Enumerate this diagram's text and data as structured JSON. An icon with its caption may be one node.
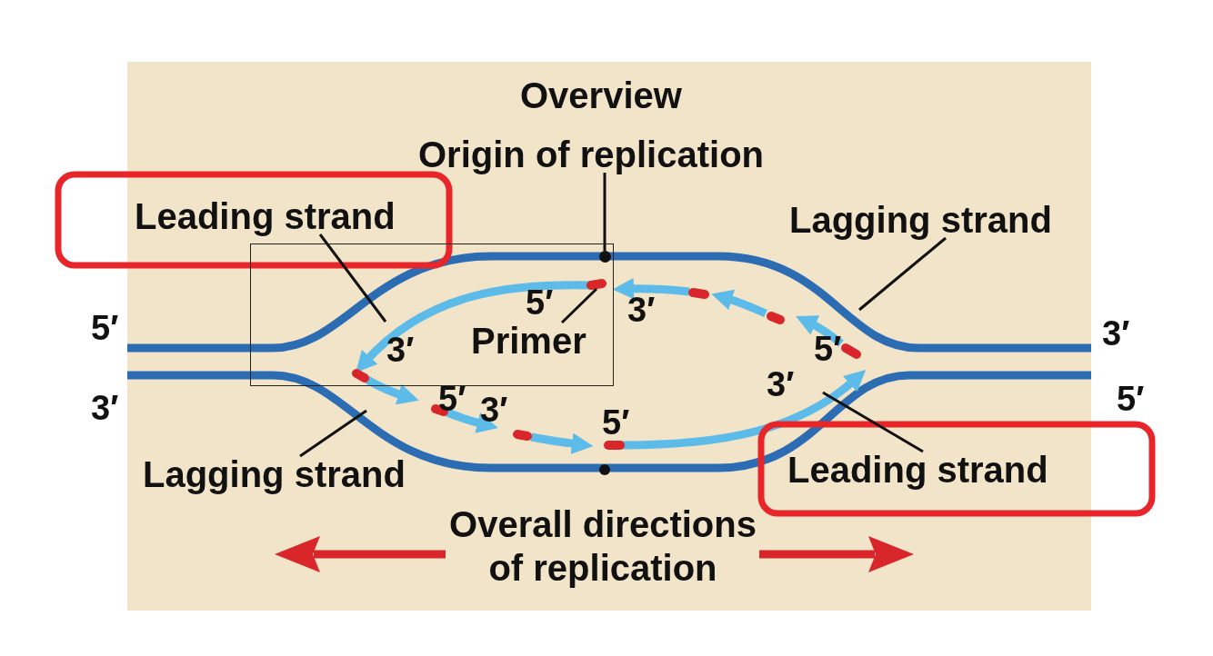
{
  "diagram": {
    "title": "Overview",
    "nodes": [
      {
        "text": [
          "Origin of replication"
        ]
      },
      {
        "text": [
          "Leading strand"
        ]
      },
      {
        "text": [
          "Lagging strand"
        ]
      },
      {
        "text": [],
        "shape": "box"
      },
      {
        "text": [],
        "shape": "circle",
        "in": 3
      },
      {
        "text": [
          "Primer"
        ],
        "in": 3
      },
      {
        "text": [
          "Lagging strand"
        ]
      },
      {
        "text": [
          "Leading strand"
        ]
      }
    ],
    "edges": [
      {
        "from": 0,
        "to": 4,
        "arrow": "none"
      },
      {
        "from": 1,
        "to": null,
        "arrow": "none"
      },
      {
        "from": 2,
        "to": null,
        "arrow": "none"
      },
      {
        "from": 5,
        "to": null,
        "arrow": "none"
      },
      {
        "from": 6,
        "to": null,
        "arrow": "none"
      },
      {
        "from": 7,
        "to": null,
        "arrow": "none"
      }
    ],
    "labels": [
      "5′",
      "3′",
      "5′",
      "3′",
      "5′",
      "3′",
      "3′",
      "3′",
      "5′",
      "3′",
      "5′",
      "5′",
      "Overall directions of replication"
    ]
  }
}
